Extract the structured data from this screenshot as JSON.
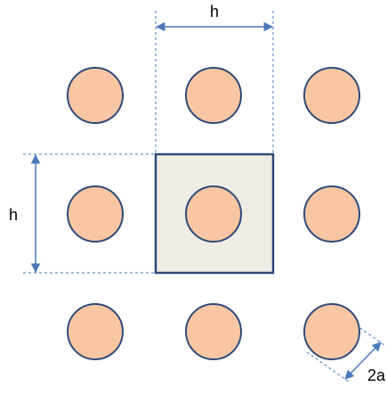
{
  "labels": {
    "spacing_top": "h",
    "spacing_left": "h",
    "diameter": "2a"
  },
  "grid": {
    "rows": 3,
    "cols": 3,
    "highlight_row": 1,
    "highlight_col": 1
  },
  "colors": {
    "circle_fill": "#f9c6a3",
    "circle_stroke": "#2f4a78",
    "cell_fill": "#eeece3",
    "cell_stroke": "#2f4a78",
    "dimension_line": "#4a78b8"
  }
}
